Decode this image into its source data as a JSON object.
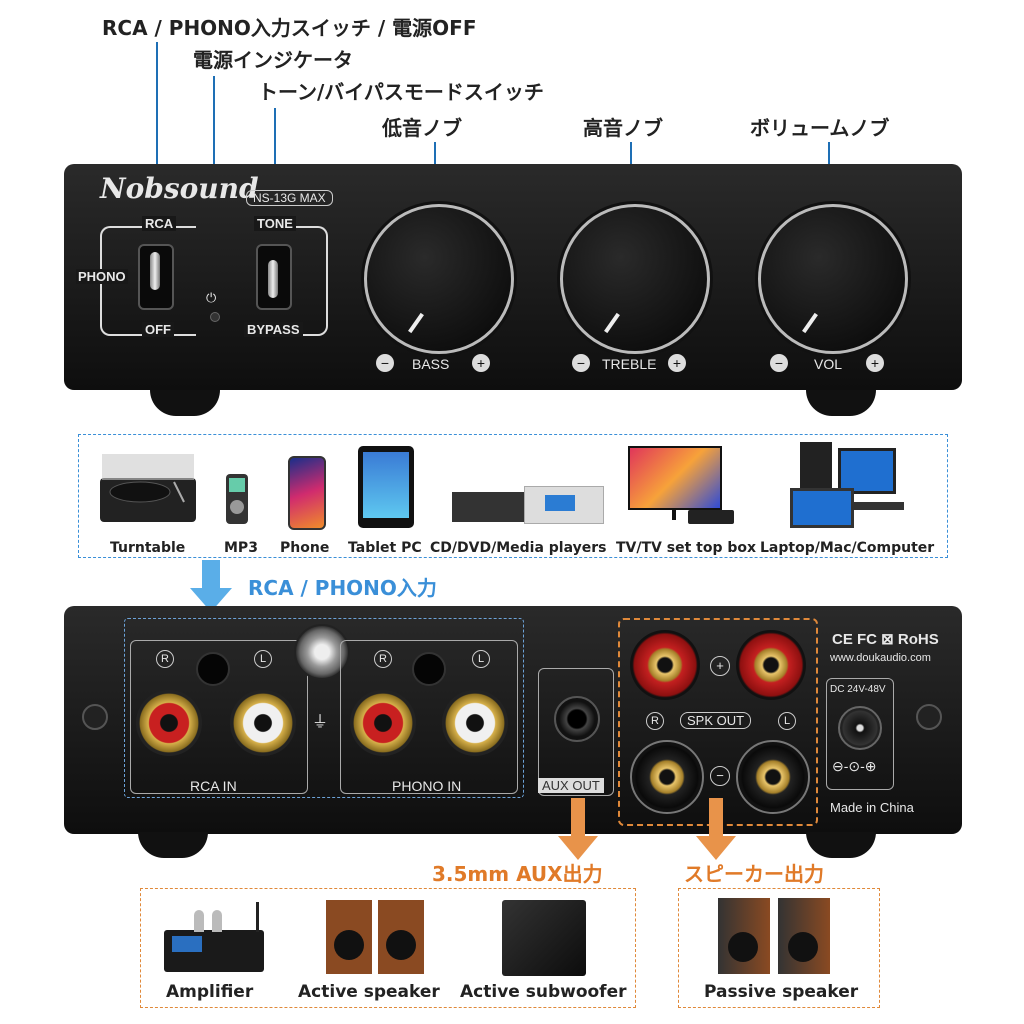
{
  "callouts": {
    "input_switch": "RCA / PHONO入力スイッチ / 電源OFF",
    "power_indicator": "電源インジケータ",
    "tone_switch": "トーン/バイパスモードスイッチ",
    "bass_knob": "低音ノブ",
    "treble_knob": "高音ノブ",
    "volume_knob": "ボリュームノブ",
    "rca_input": "RCA / PHONO入力",
    "aux_output": "3.5mm AUX出力",
    "speaker_output": "スピーカー出力"
  },
  "front_panel": {
    "brand": "Nobsound",
    "model": "NS-13G MAX",
    "switch_left": {
      "top": "RCA",
      "side": "PHONO",
      "bottom": "OFF"
    },
    "switch_right": {
      "top": "TONE",
      "bottom": "BYPASS"
    },
    "knobs": [
      {
        "label": "BASS"
      },
      {
        "label": "TREBLE"
      },
      {
        "label": "VOL"
      }
    ],
    "minus": "−",
    "plus": "+"
  },
  "sources": [
    "Turntable",
    "MP3",
    "Phone",
    "Tablet PC",
    "CD/DVD/Media players",
    "TV/TV set top box",
    "Laptop/Mac/Computer"
  ],
  "back_panel": {
    "rca_in": "RCA IN",
    "phono_in": "PHONO IN",
    "r": "R",
    "l": "L",
    "aux_out": "AUX OUT",
    "spk_out": "SPK OUT",
    "plus": "+",
    "minus": "−",
    "certs": "CE FC ⊠ RoHS",
    "url": "www.doukaudio.com",
    "dc": "DC 24V-48V",
    "made_in": "Made in China"
  },
  "outputs": [
    "Amplifier",
    "Active speaker",
    "Active subwoofer",
    "Passive speaker"
  ],
  "colors": {
    "accent_blue": "#1e6fb5",
    "label_blue": "#3a8fd8",
    "accent_orange": "#e07a28",
    "panel": "#1a1a1a"
  }
}
